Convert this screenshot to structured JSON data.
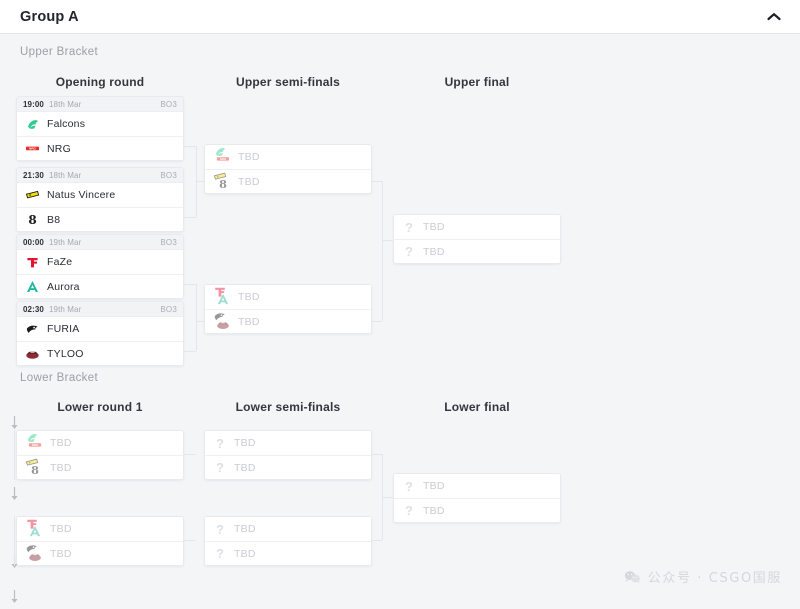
{
  "header": {
    "title": "Group A",
    "collapse_icon": "chevron-up-icon"
  },
  "sections": {
    "upper": {
      "label": "Upper Bracket",
      "rounds": [
        "Opening round",
        "Upper semi-finals",
        "Upper final"
      ]
    },
    "lower": {
      "label": "Lower Bracket",
      "rounds": [
        "Lower round 1",
        "Lower semi-finals",
        "Lower final"
      ]
    }
  },
  "labels": {
    "tbd": "TBD",
    "bo3": "BO3"
  },
  "teams": {
    "falcons": {
      "name": "Falcons",
      "color": "#2ecc8f"
    },
    "nrg": {
      "name": "NRG",
      "color": "#e8302a"
    },
    "navi": {
      "name": "Natus Vincere",
      "color": "#f2e200"
    },
    "b8": {
      "name": "B8",
      "color": "#1a1a1a"
    },
    "faze": {
      "name": "FaZe",
      "color": "#e1132f"
    },
    "aurora": {
      "name": "Aurora",
      "color": "#1fb89b"
    },
    "furia": {
      "name": "FURIA",
      "color": "#1b1b1b"
    },
    "tyloo": {
      "name": "TYLOO",
      "color": "#8c2b34"
    }
  },
  "upper_matches": [
    {
      "time": "19:00",
      "date": "18th Mar",
      "format": "BO3",
      "teams": [
        {
          "label": "Falcons",
          "logo": "falcons",
          "tbd": false
        },
        {
          "label": "NRG",
          "logo": "nrg",
          "tbd": false
        }
      ]
    },
    {
      "time": "21:30",
      "date": "18th Mar",
      "format": "BO3",
      "teams": [
        {
          "label": "Natus Vincere",
          "logo": "navi",
          "tbd": false
        },
        {
          "label": "B8",
          "logo": "b8",
          "tbd": false
        }
      ]
    },
    {
      "time": "00:00",
      "date": "19th Mar",
      "format": "BO3",
      "teams": [
        {
          "label": "FaZe",
          "logo": "faze",
          "tbd": false
        },
        {
          "label": "Aurora",
          "logo": "aurora",
          "tbd": false
        }
      ]
    },
    {
      "time": "02:30",
      "date": "19th Mar",
      "format": "BO3",
      "teams": [
        {
          "label": "FURIA",
          "logo": "furia",
          "tbd": false
        },
        {
          "label": "TYLOO",
          "logo": "tyloo",
          "tbd": false
        }
      ]
    }
  ],
  "upper_semis": [
    {
      "teams": [
        {
          "label": "TBD",
          "tbd": true,
          "stack": [
            "falcons",
            "nrg"
          ]
        },
        {
          "label": "TBD",
          "tbd": true,
          "stack": [
            "navi",
            "b8"
          ]
        }
      ]
    },
    {
      "teams": [
        {
          "label": "TBD",
          "tbd": true,
          "stack": [
            "faze",
            "aurora"
          ]
        },
        {
          "label": "TBD",
          "tbd": true,
          "stack": [
            "furia",
            "tyloo"
          ]
        }
      ]
    }
  ],
  "upper_final": {
    "teams": [
      {
        "label": "TBD",
        "tbd": true,
        "stack": []
      },
      {
        "label": "TBD",
        "tbd": true,
        "stack": []
      }
    ]
  },
  "lower_round1": [
    {
      "teams": [
        {
          "label": "TBD",
          "tbd": true,
          "stack": [
            "falcons",
            "nrg"
          ]
        },
        {
          "label": "TBD",
          "tbd": true,
          "stack": [
            "navi",
            "b8"
          ]
        }
      ]
    },
    {
      "teams": [
        {
          "label": "TBD",
          "tbd": true,
          "stack": [
            "faze",
            "aurora"
          ]
        },
        {
          "label": "TBD",
          "tbd": true,
          "stack": [
            "furia",
            "tyloo"
          ]
        }
      ]
    }
  ],
  "lower_semis": [
    {
      "teams": [
        {
          "label": "TBD",
          "tbd": true,
          "stack": []
        },
        {
          "label": "TBD",
          "tbd": true,
          "stack": []
        }
      ]
    },
    {
      "teams": [
        {
          "label": "TBD",
          "tbd": true,
          "stack": []
        },
        {
          "label": "TBD",
          "tbd": true,
          "stack": []
        }
      ]
    }
  ],
  "lower_final": {
    "teams": [
      {
        "label": "TBD",
        "tbd": true,
        "stack": []
      },
      {
        "label": "TBD",
        "tbd": true,
        "stack": []
      }
    ]
  },
  "watermark": {
    "text": "公众号 · CSGO国服",
    "icon": "wechat-icon"
  }
}
